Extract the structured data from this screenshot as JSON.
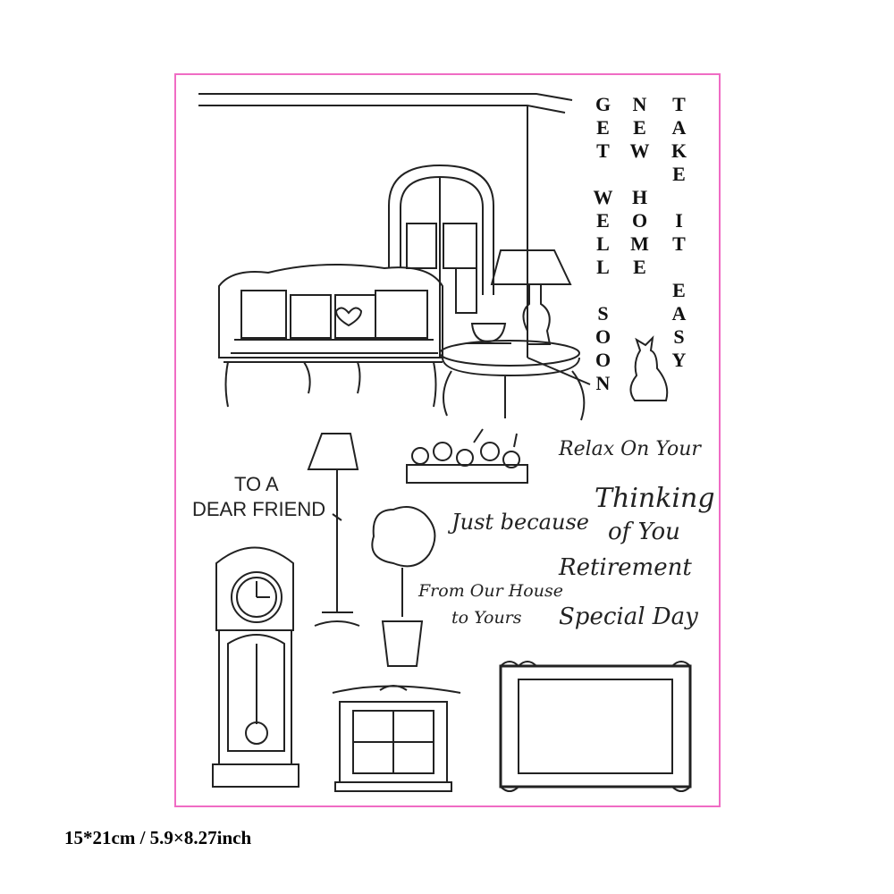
{
  "colors": {
    "border": "#f06cc4",
    "ink": "#222222"
  },
  "stamps": {
    "vertical": [
      "GET WELL SOON",
      "NEW HOME",
      "TAKE IT EASY"
    ],
    "relax": "Relax On Your",
    "thinking": "Thinking",
    "of_you": "of You",
    "just_because": "Just because",
    "retirement": "Retirement",
    "from_our_house": "From Our House",
    "to_yours": "to Yours",
    "special_day": "Special Day",
    "to_a": "TO A",
    "dear_friend": "DEAR FRIEND"
  },
  "size_label": "15*21cm / 5.9×8.27inch"
}
